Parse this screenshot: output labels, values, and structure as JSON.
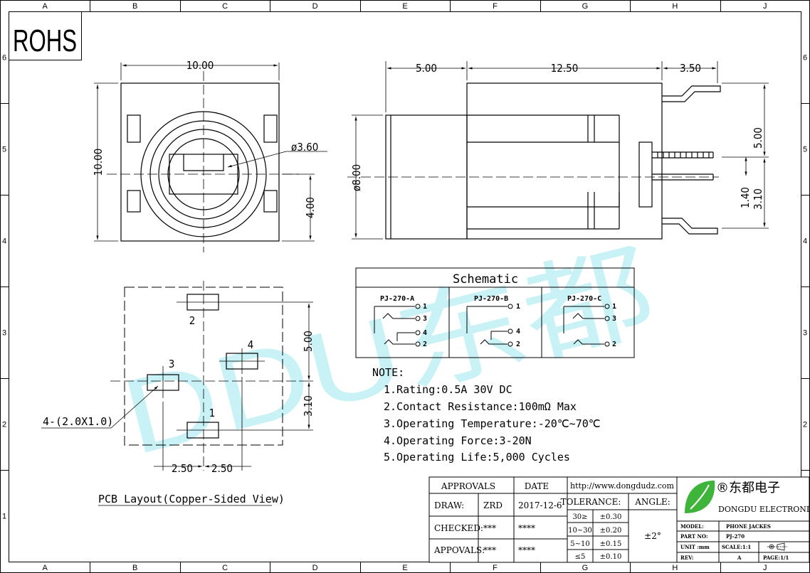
{
  "frame": {
    "cols": [
      "A",
      "B",
      "C",
      "D",
      "E",
      "F",
      "G",
      "H",
      "J"
    ],
    "rows": [
      "6",
      "5",
      "4",
      "3",
      "2",
      "1"
    ]
  },
  "rohs_label": "ROHS",
  "watermark": "DDU东都",
  "front_view": {
    "width_dim": "10.00",
    "height_dim": "10.00",
    "hole_dim": "ø3.60",
    "offset_dim": "4.00"
  },
  "side_view": {
    "dim_a": "5.00",
    "dim_b": "12.50",
    "dim_c": "3.50",
    "diameter": "ø8.00",
    "pin_spacing": "5.00",
    "pin_offset_1": "1.40",
    "pin_offset_2": "3.10"
  },
  "pcb_layout": {
    "dim_vertical_1": "5.00",
    "dim_vertical_2": "3.10",
    "dim_h_left": "2.50",
    "dim_h_right": "2.50",
    "pad_note": "4-(2.0X1.0)",
    "pads": [
      "1",
      "2",
      "3",
      "4"
    ],
    "caption": "PCB Layout(Copper-Sided View)"
  },
  "schematic": {
    "title": "Schematic",
    "variants": [
      {
        "name": "PJ-270-A",
        "pins": [
          "1",
          "3",
          "4",
          "2"
        ]
      },
      {
        "name": "PJ-270-B",
        "pins": [
          "1",
          "4",
          "2"
        ]
      },
      {
        "name": "PJ-270-C",
        "pins": [
          "1",
          "3",
          "2"
        ]
      }
    ]
  },
  "notes": {
    "heading": "NOTE:",
    "items": [
      "1.Rating:0.5A 30V DC",
      "2.Contact Resistance:100mΩ Max",
      "3.Operating Temperature:-20℃~70℃",
      "4.Operating Force:3-20N",
      "5.Operating Life:5,000 Cycles"
    ]
  },
  "title_block": {
    "approvals": "APPROVALS",
    "date": "DATE",
    "url": "http://www.dongdudz.com",
    "tolerance": "TOLERANCE:",
    "angle": "ANGLE:",
    "angle_value": "±2°",
    "rows": [
      {
        "label": "DRAW:",
        "who": "ZRD",
        "when": "2017-12-6"
      },
      {
        "label": "CHECKED:",
        "who": "***",
        "when": "****"
      },
      {
        "label": "APPOVALS:",
        "who": "***",
        "when": "****"
      }
    ],
    "tolerances": [
      {
        "range": "30≥",
        "value": "±0.30"
      },
      {
        "range": "10~30",
        "value": "±0.20"
      },
      {
        "range": "5~10",
        "value": "±0.15"
      },
      {
        "range": "≤5",
        "value": "±0.10"
      }
    ],
    "company_cn": "®东都电子",
    "company_en": "DONGDU ELECTRONICS",
    "model_label": "MODEL:",
    "model_value": "PHONE JACKES",
    "part_label": "PART NO:",
    "part_value": "PJ-270",
    "unit_label": "UNIT :mm",
    "scale": "SCALE:1:1",
    "rev_label": "REV:",
    "rev_value": "A",
    "page": "PAGE:1/1"
  }
}
